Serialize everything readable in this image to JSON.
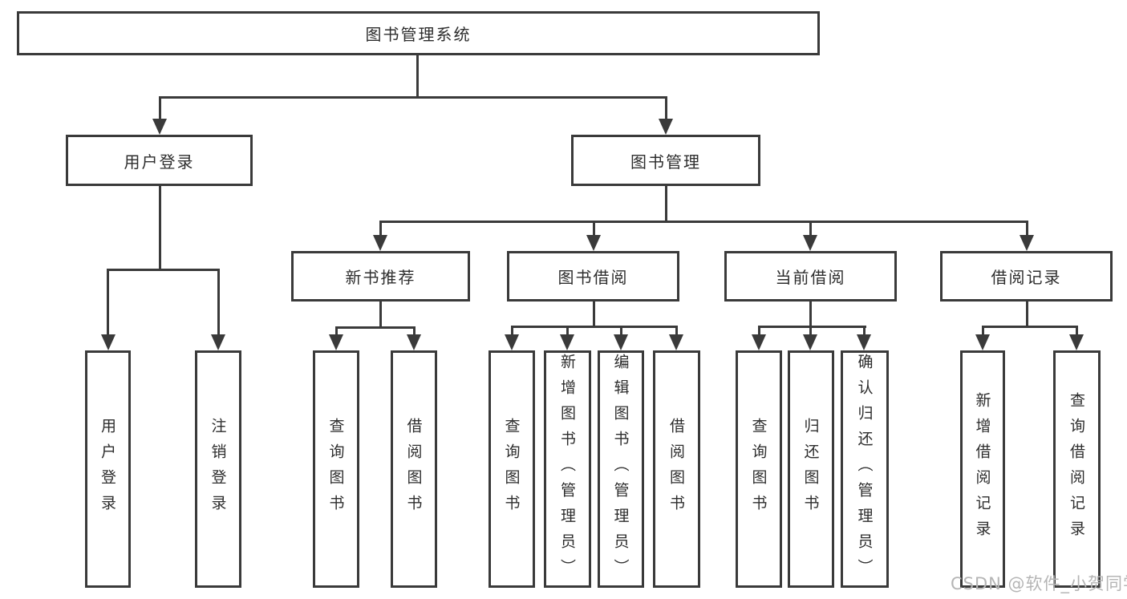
{
  "nodes": {
    "root": {
      "label": "图书管理系统"
    },
    "user_login": {
      "label": "用户登录"
    },
    "book_management": {
      "label": "图书管理"
    },
    "new_book_recommend": {
      "label": "新书推荐"
    },
    "book_borrow": {
      "label": "图书借阅"
    },
    "current_borrow": {
      "label": "当前借阅"
    },
    "borrow_records": {
      "label": "借阅记录"
    },
    "leaf_user_login": {
      "label": "用户登录"
    },
    "leaf_logout": {
      "label": "注销登录"
    },
    "leaf_query_books_a": {
      "label": "查询图书"
    },
    "leaf_borrow_books_a": {
      "label": "借阅图书"
    },
    "leaf_query_books_b": {
      "label": "查询图书"
    },
    "leaf_add_book_admin": {
      "label": "新增图书（管理员）"
    },
    "leaf_edit_book_admin": {
      "label": "编辑图书（管理员）"
    },
    "leaf_borrow_books_b": {
      "label": "借阅图书"
    },
    "leaf_query_books_c": {
      "label": "查询图书"
    },
    "leaf_return_books": {
      "label": "归还图书"
    },
    "leaf_confirm_return_admin": {
      "label": "确认归还（管理员）"
    },
    "leaf_add_borrow_record": {
      "label": "新增借阅记录"
    },
    "leaf_query_borrow_record": {
      "label": "查询借阅记录"
    }
  },
  "watermark": {
    "text": "CSDN @软件_小贺同学"
  },
  "colors": {
    "line": "#3a3a3a",
    "text": "#2d2d2d",
    "watermark": "#b5b5b5",
    "background": "#ffffff"
  }
}
